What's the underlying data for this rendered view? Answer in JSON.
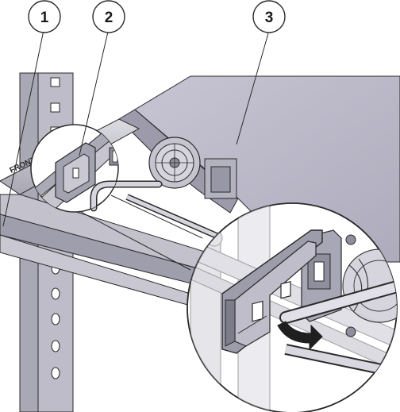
{
  "callouts": [
    {
      "label": "1"
    },
    {
      "label": "2"
    },
    {
      "label": "3"
    }
  ],
  "rack_marking": "FRONT",
  "colors": {
    "line": "#2a2a2a",
    "chassis_top": "#b8b6c6",
    "chassis_front": "#a9a7b6",
    "rail": "#c9c9cf",
    "rail_dark": "#8f8e9a",
    "post": "#b7b6c3",
    "background": "#ffffff"
  },
  "icons": [
    "latch-release-arrow-icon",
    "fan-grille-icon"
  ]
}
